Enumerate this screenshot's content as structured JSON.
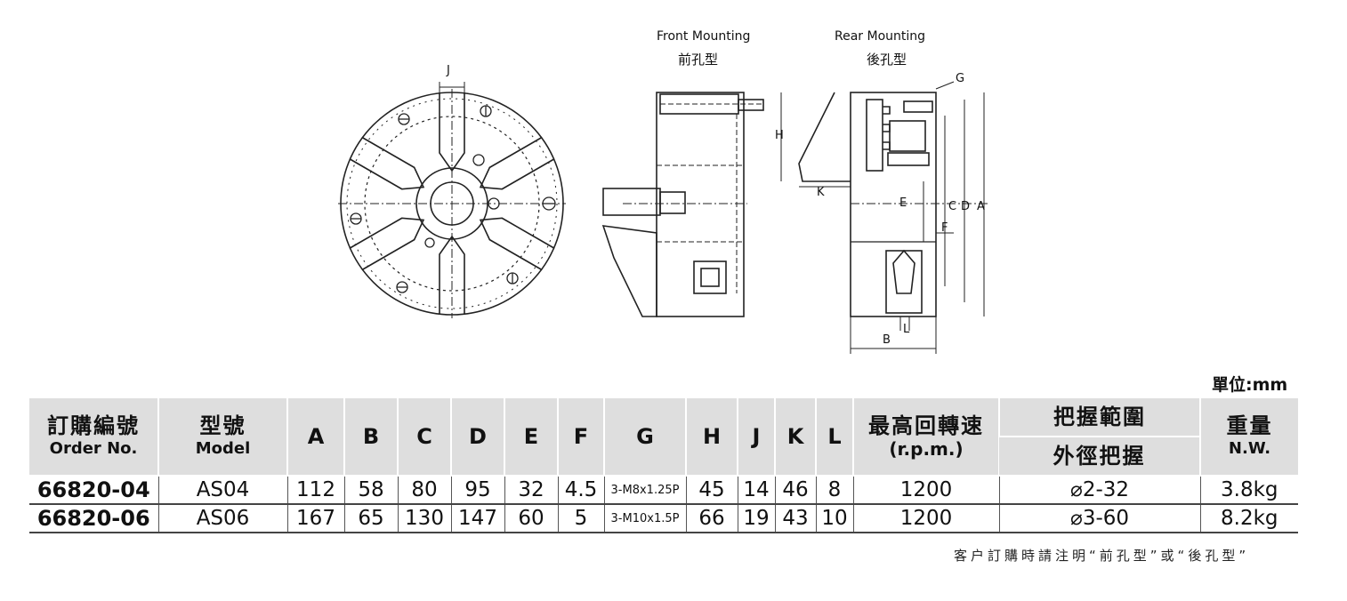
{
  "drawing": {
    "label_j": "J",
    "front_mounting_en": "Front Mounting",
    "front_mounting_cn": "前孔型",
    "rear_mounting_en": "Rear Mounting",
    "rear_mounting_cn": "後孔型",
    "dim_labels": {
      "g": "G",
      "h": "H",
      "k": "K",
      "e": "E",
      "c": "C",
      "d": "D",
      "a": "A",
      "f": "F",
      "b": "B",
      "l": "L"
    }
  },
  "unit_label": "單位:mm",
  "table": {
    "headers": {
      "order_cn": "訂購編號",
      "order_en": "Order No.",
      "model_cn": "型號",
      "model_en": "Model",
      "letters": [
        "A",
        "B",
        "C",
        "D",
        "E",
        "F",
        "G",
        "H",
        "J",
        "K",
        "L"
      ],
      "speed_cn": "最高回轉速",
      "speed_en": "(r.p.m.)",
      "grip_cn": "把握範圍",
      "grip_sub_cn": "外徑把握",
      "weight_cn": "重量",
      "weight_en": "N.W."
    },
    "rows": [
      {
        "order": "66820-04",
        "model": "AS04",
        "a": "112",
        "b": "58",
        "c": "80",
        "d": "95",
        "e": "32",
        "f": "4.5",
        "g": "3-M8x1.25P",
        "h": "45",
        "j": "14",
        "k": "46",
        "l": "8",
        "rpm": "1200",
        "grip": "⌀2-32",
        "weight": "3.8kg"
      },
      {
        "order": "66820-06",
        "model": "AS06",
        "a": "167",
        "b": "65",
        "c": "130",
        "d": "147",
        "e": "60",
        "f": "5",
        "g": "3-M10x1.5P",
        "h": "66",
        "j": "19",
        "k": "43",
        "l": "10",
        "rpm": "1200",
        "grip": "⌀3-60",
        "weight": "8.2kg"
      }
    ]
  },
  "footnote": "客户訂購時請注明“前孔型”或“後孔型”",
  "colors": {
    "header_bg": "#dedede",
    "line": "#222222",
    "text": "#111111"
  }
}
